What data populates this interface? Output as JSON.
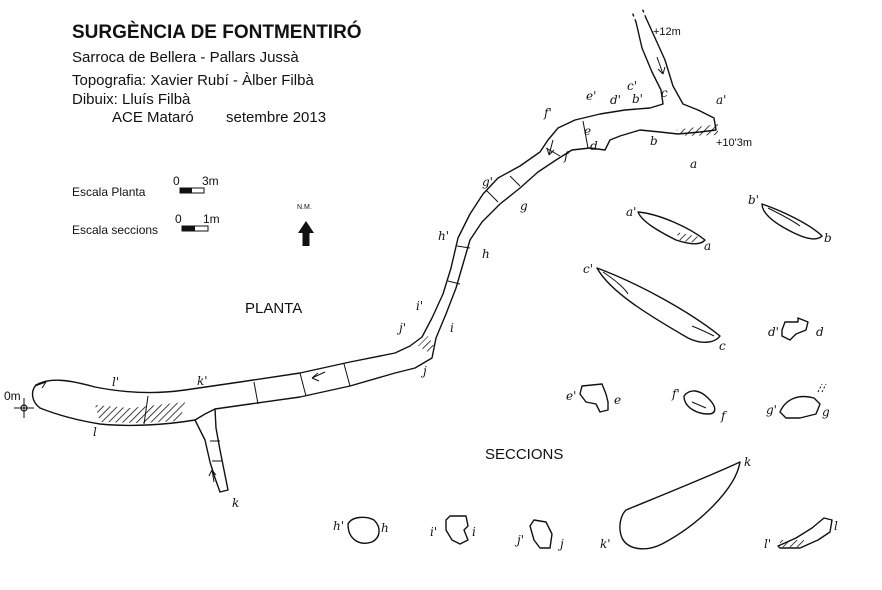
{
  "header": {
    "title": "SURGÈNCIA DE FONTMENTIRÓ",
    "location": "Sarroca de Bellera - Pallars Jussà",
    "topography": "Topografia: Xavier Rubí - Àlber Filbà",
    "drawing": "Dibuix: Lluís Filbà",
    "club": "ACE Mataró",
    "date": "setembre 2013"
  },
  "scales": {
    "plan_label": "Escala Planta",
    "plan_zero": "0",
    "plan_max": "3m",
    "sections_label": "Escala seccions",
    "sections_zero": "0",
    "sections_max": "1m"
  },
  "north": {
    "label": "N.M."
  },
  "labels": {
    "plan": "PLANTA",
    "sections": "SECCIONS"
  },
  "elevations": {
    "entrance": "0m",
    "top_shaft": "+12m",
    "upper_chamber": "+10'3m"
  },
  "stations": {
    "a": "a",
    "a_prime": "a'",
    "b": "b",
    "b_prime": "b'",
    "c": "c",
    "c_prime": "c'",
    "d": "d",
    "d_prime": "d'",
    "e": "e",
    "e_prime": "e'",
    "f": "f",
    "f_prime": "f'",
    "g": "g",
    "g_prime": "g'",
    "h": "h",
    "h_prime": "h'",
    "i": "i",
    "i_prime": "i'",
    "j": "j",
    "j_prime": "j'",
    "k": "k",
    "k_prime": "k'",
    "l": "l",
    "l_prime": "l'"
  }
}
